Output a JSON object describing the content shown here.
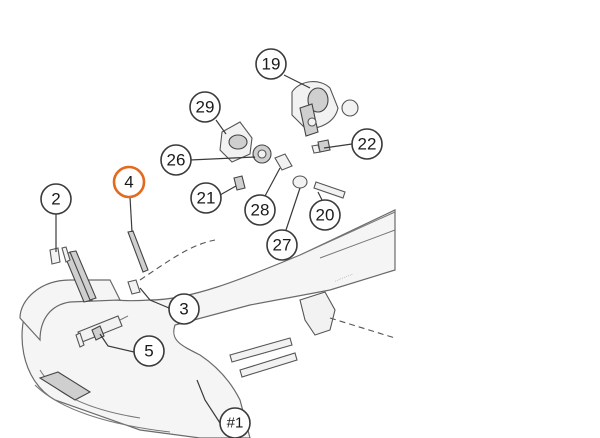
{
  "diagram": {
    "highlight_color": "#e36a1e",
    "line_color": "#3a3a3a",
    "callouts": [
      {
        "id": "c19",
        "label": "19"
      },
      {
        "id": "c29",
        "label": "29"
      },
      {
        "id": "c22",
        "label": "22"
      },
      {
        "id": "c26",
        "label": "26"
      },
      {
        "id": "c4",
        "label": "4",
        "highlighted": true
      },
      {
        "id": "c21",
        "label": "21"
      },
      {
        "id": "c28",
        "label": "28"
      },
      {
        "id": "c20",
        "label": "20"
      },
      {
        "id": "c2",
        "label": "2"
      },
      {
        "id": "c27",
        "label": "27"
      },
      {
        "id": "c3",
        "label": "3"
      },
      {
        "id": "c5",
        "label": "5"
      },
      {
        "id": "c1",
        "label": "#1"
      }
    ]
  }
}
